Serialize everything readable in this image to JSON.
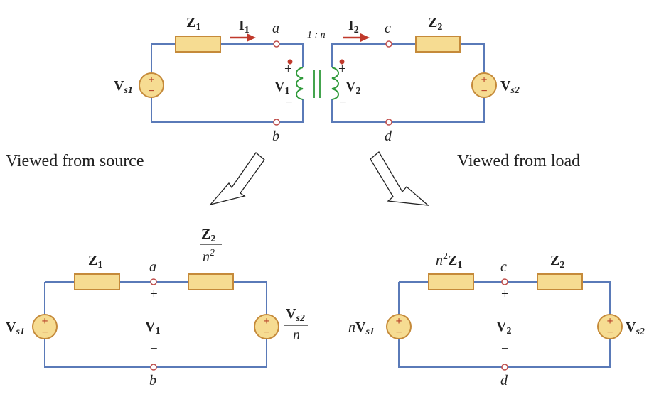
{
  "captions": {
    "left": "Viewed from source",
    "right": "Viewed from load"
  },
  "top": {
    "z1": {
      "main": "Z",
      "sub": "1"
    },
    "z2": {
      "main": "Z",
      "sub": "2"
    },
    "i1": {
      "main": "I",
      "sub": "1"
    },
    "i2": {
      "main": "I",
      "sub": "2"
    },
    "a": "a",
    "b": "b",
    "c": "c",
    "d": "d",
    "ratio": "1 : n",
    "v1": {
      "main": "V",
      "sub": "1"
    },
    "v2": {
      "main": "V",
      "sub": "2"
    },
    "vs1": {
      "main": "V",
      "sub": "s1"
    },
    "vs2": {
      "main": "V",
      "sub": "s2"
    },
    "plus": "+",
    "minus": "−"
  },
  "left_circuit": {
    "z1": {
      "main": "Z",
      "sub": "1"
    },
    "z2_over_n2": {
      "num_main": "Z",
      "num_sub": "2",
      "den": "n",
      "den_sup": "2"
    },
    "a": "a",
    "b": "b",
    "v1": {
      "main": "V",
      "sub": "1"
    },
    "vs1": {
      "main": "V",
      "sub": "s1"
    },
    "vs2_over_n": {
      "num_main": "V",
      "num_sub": "s2",
      "den": "n"
    },
    "plus": "+",
    "minus": "−"
  },
  "right_circuit": {
    "n2z1": {
      "coef": "n",
      "sup": "2",
      "main": "Z",
      "sub": "1"
    },
    "z2": {
      "main": "Z",
      "sub": "2"
    },
    "c": "c",
    "d": "d",
    "v2": {
      "main": "V",
      "sub": "2"
    },
    "nvs1": {
      "coef": "n",
      "main": "V",
      "sub": "s1"
    },
    "vs2": {
      "main": "V",
      "sub": "s2"
    },
    "plus": "+",
    "minus": "−"
  },
  "colors": {
    "wire": "#5a7ab8",
    "component_fill": "#f6dc92",
    "component_stroke": "#c58a3a",
    "current_arrow": "#c0392b",
    "coil": "#2f9a3a",
    "terminal": "#c0504d"
  }
}
